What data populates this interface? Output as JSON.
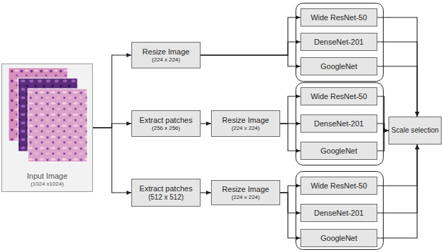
{
  "diagram": {
    "nodes": [
      {
        "text": [
          "Input Image",
          "(1024 x1024)"
        ]
      },
      {
        "text": [
          "Resize Image",
          "(224 x 224)"
        ]
      },
      {
        "text": [
          "Wide ResNet-50"
        ]
      },
      {
        "text": [
          "DenseNet-201"
        ]
      },
      {
        "text": [
          "GoogleNet"
        ]
      },
      {
        "text": [
          "Extract patches",
          "(256 x 256)"
        ]
      },
      {
        "text": [
          "Resize Image",
          "(224 x 224)"
        ]
      },
      {
        "text": [
          "Wide ResNet-50"
        ]
      },
      {
        "text": [
          "DenseNet-201"
        ]
      },
      {
        "text": [
          "GoogleNet"
        ]
      },
      {
        "text": [
          "Scale selection"
        ]
      },
      {
        "text": [
          "Extract patches",
          "(512 x 512)"
        ]
      },
      {
        "text": [
          "Resize Image",
          "(224 x 224)"
        ]
      },
      {
        "text": [
          "Wide ResNet-50"
        ]
      },
      {
        "text": [
          "DenseNet-201"
        ]
      },
      {
        "text": [
          "GoogleNet"
        ]
      }
    ],
    "edges": [
      {
        "from": 0,
        "to": 1,
        "arrow": "to"
      },
      {
        "from": 0,
        "to": 5,
        "arrow": "to"
      },
      {
        "from": 0,
        "to": 11,
        "arrow": "to"
      },
      {
        "from": 1,
        "to": 2,
        "arrow": "to"
      },
      {
        "from": 1,
        "to": 3,
        "arrow": "to"
      },
      {
        "from": 1,
        "to": 4,
        "arrow": "to"
      },
      {
        "from": 5,
        "to": 6,
        "arrow": "to"
      },
      {
        "from": 6,
        "to": 7,
        "arrow": "to"
      },
      {
        "from": 6,
        "to": 8,
        "arrow": "to"
      },
      {
        "from": 6,
        "to": 9,
        "arrow": "to"
      },
      {
        "from": 11,
        "to": 12,
        "arrow": "to"
      },
      {
        "from": 12,
        "to": 13,
        "arrow": "to"
      },
      {
        "from": 12,
        "to": 14,
        "arrow": "to"
      },
      {
        "from": 12,
        "to": 15,
        "arrow": "to"
      },
      {
        "from": 2,
        "to": 10,
        "arrow": "to"
      },
      {
        "from": 3,
        "to": 10,
        "arrow": "to"
      },
      {
        "from": 4,
        "to": 10,
        "arrow": "to"
      },
      {
        "from": 7,
        "to": 10,
        "arrow": "to"
      },
      {
        "from": 8,
        "to": 10,
        "arrow": "to"
      },
      {
        "from": 9,
        "to": 10,
        "arrow": "to"
      },
      {
        "from": 13,
        "to": 10,
        "arrow": "to"
      },
      {
        "from": 14,
        "to": 10,
        "arrow": "to"
      },
      {
        "from": 15,
        "to": 10,
        "arrow": "to"
      }
    ]
  }
}
